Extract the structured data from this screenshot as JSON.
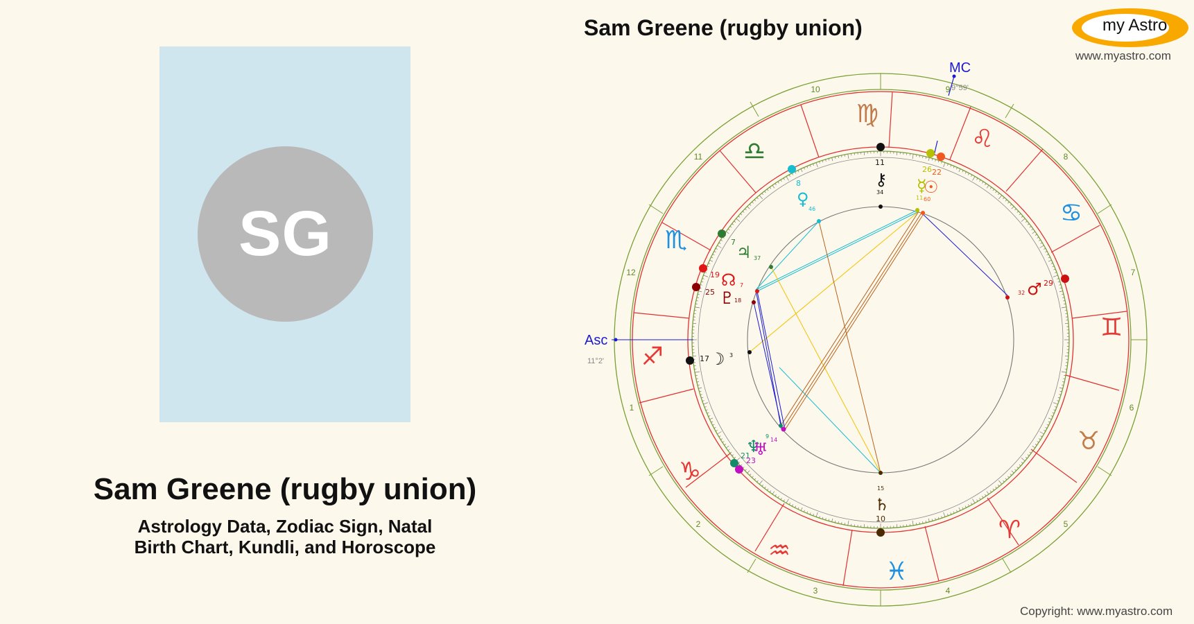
{
  "profile": {
    "initials": "SG",
    "name": "Sam Greene (rugby union)",
    "subtitle_line1": "Astrology Data, Zodiac Sign, Natal",
    "subtitle_line2": "Birth Chart, Kundli, and Horoscope"
  },
  "chart": {
    "title": "Sam Greene (rugby union)",
    "asc_label": "Asc",
    "asc_degree": "11°2'",
    "mc_label": "MC",
    "mc_degree": "9°59'"
  },
  "branding": {
    "logo_text": "my Astro",
    "website": "www.myastro.com",
    "copyright": "Copyright: www.myastro.com"
  },
  "house_numbers": [
    "1",
    "2",
    "3",
    "4",
    "5",
    "6",
    "7",
    "8",
    "9",
    "10",
    "11",
    "12"
  ],
  "zodiac_signs": [
    {
      "name": "Sagittarius",
      "glyph": "♐",
      "color": "#e53935"
    },
    {
      "name": "Capricorn",
      "glyph": "♑",
      "color": "#e53935"
    },
    {
      "name": "Aquarius",
      "glyph": "♒",
      "color": "#e53935"
    },
    {
      "name": "Pisces",
      "glyph": "♓",
      "color": "#1e90e0"
    },
    {
      "name": "Aries",
      "glyph": "♈",
      "color": "#e53935"
    },
    {
      "name": "Taurus",
      "glyph": "♉",
      "color": "#c27b4a"
    },
    {
      "name": "Gemini",
      "glyph": "♊",
      "color": "#e53935"
    },
    {
      "name": "Cancer",
      "glyph": "♋",
      "color": "#1e90e0"
    },
    {
      "name": "Leo",
      "glyph": "♌",
      "color": "#e53935"
    },
    {
      "name": "Virgo",
      "glyph": "♍",
      "color": "#c27b4a"
    },
    {
      "name": "Libra",
      "glyph": "♎",
      "color": "#2e7d32"
    },
    {
      "name": "Scorpio",
      "glyph": "♏",
      "color": "#1e90e0"
    }
  ],
  "planets": [
    {
      "name": "Chiron",
      "glyph": "⚷",
      "deg": "11",
      "min": "34",
      "color": "#111111"
    },
    {
      "name": "Mercury",
      "glyph": "☿",
      "deg": "26",
      "min": "11",
      "color": "#b5c000"
    },
    {
      "name": "Sun",
      "glyph": "☉",
      "deg": "22",
      "min": "60",
      "color": "#f05a1e"
    },
    {
      "name": "Venus",
      "glyph": "♀",
      "deg": "8",
      "min": "46",
      "color": "#17bcd0"
    },
    {
      "name": "Jupiter",
      "glyph": "♃",
      "deg": "7",
      "min": "37",
      "color": "#2e7d32"
    },
    {
      "name": "North Node",
      "glyph": "☊",
      "deg": "19",
      "min": "7",
      "color": "#e01515"
    },
    {
      "name": "Pluto",
      "glyph": "♇",
      "deg": "25",
      "min": "18",
      "color": "#8b0000"
    },
    {
      "name": "Moon",
      "glyph": "☽",
      "deg": "17",
      "min": "3",
      "color": "#111111"
    },
    {
      "name": "Mars",
      "glyph": "♂",
      "deg": "29",
      "min": "32",
      "color": "#cc1010"
    },
    {
      "name": "Saturn",
      "glyph": "♄",
      "deg": "10",
      "min": "15",
      "color": "#4a2a00"
    },
    {
      "name": "Neptune",
      "glyph": "♆",
      "deg": "21",
      "min": "9",
      "color": "#138a68"
    },
    {
      "name": "Uranus",
      "glyph": "♅",
      "deg": "23",
      "min": "14",
      "color": "#c010c0"
    }
  ]
}
